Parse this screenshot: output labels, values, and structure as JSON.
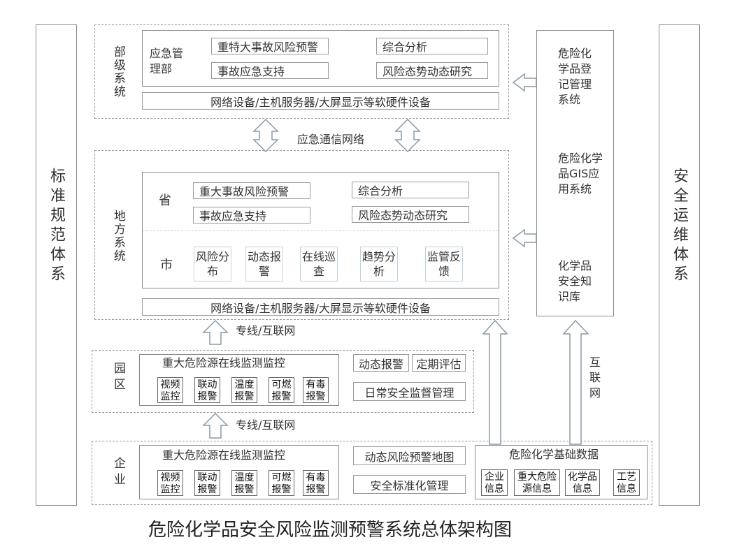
{
  "left_pillar": "标准规范体系",
  "right_pillar": "安全运维体系",
  "ministry": {
    "label": "部级系统",
    "dept": "应急管理部",
    "items": [
      "重特大事故风险预警",
      "综合分析",
      "事故应急支持",
      "风险态势动态研究"
    ],
    "hardware": "网络设备/主机服务器/大屏显示等软硬件设备"
  },
  "comm_network": "应急通信网络",
  "local": {
    "label": "地方系统",
    "province": "省",
    "province_items": [
      "重大事故风险预警",
      "综合分析",
      "事故应急支持",
      "风险态势动态研究"
    ],
    "city": "市",
    "city_items": [
      "风险分布",
      "动态报警",
      "在线巡查",
      "趋势分析",
      "监管反馈"
    ],
    "hardware": "网络设备/主机服务器/大屏显示等软硬件设备"
  },
  "right_panel": {
    "items": [
      "危险化学品登记管理系统",
      "危险化学品GIS应用系统",
      "化学品安全知识库"
    ]
  },
  "link_dedicated": "专线/互联网",
  "internet_vertical": "互联网",
  "park": {
    "label": "园区",
    "monitor_title": "重大危险源在线监测监控",
    "monitor_items": [
      "视频监控",
      "联动报警",
      "温度报警",
      "可燃报警",
      "有毒报警"
    ],
    "side_items": [
      "动态报警",
      "定期评估",
      "日常安全监督管理"
    ]
  },
  "enterprise": {
    "label": "企业",
    "monitor_title": "重大危险源在线监测监控",
    "monitor_items": [
      "视频监控",
      "联动报警",
      "温度报警",
      "可燃报警",
      "有毒报警"
    ],
    "mid_items": [
      "动态风险预警地图",
      "安全标准化管理"
    ],
    "basic_title": "危险化学基础数据",
    "basic_items": [
      "企业信息",
      "重大危险源信息",
      "化学品信息",
      "工艺信息"
    ]
  },
  "caption": "危险化学品安全风险监测预警系统总体架构图"
}
